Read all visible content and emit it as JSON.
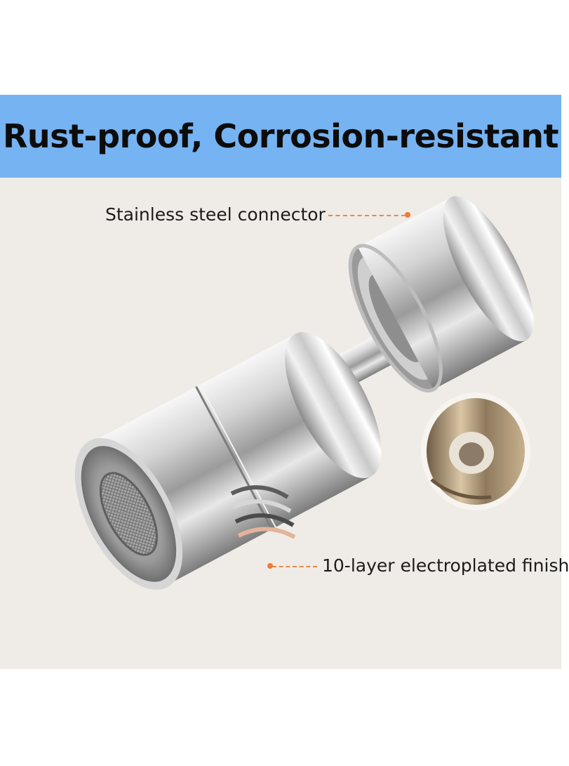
{
  "headline": "Rust-proof, Corrosion-resistant",
  "callouts": {
    "connector": "Stainless steel connector",
    "finish": "10-layer electroplated finish"
  },
  "colors": {
    "banner": "#76b3f2",
    "photo_background": "#efebe6",
    "callout_accent": "#ef7b35"
  }
}
